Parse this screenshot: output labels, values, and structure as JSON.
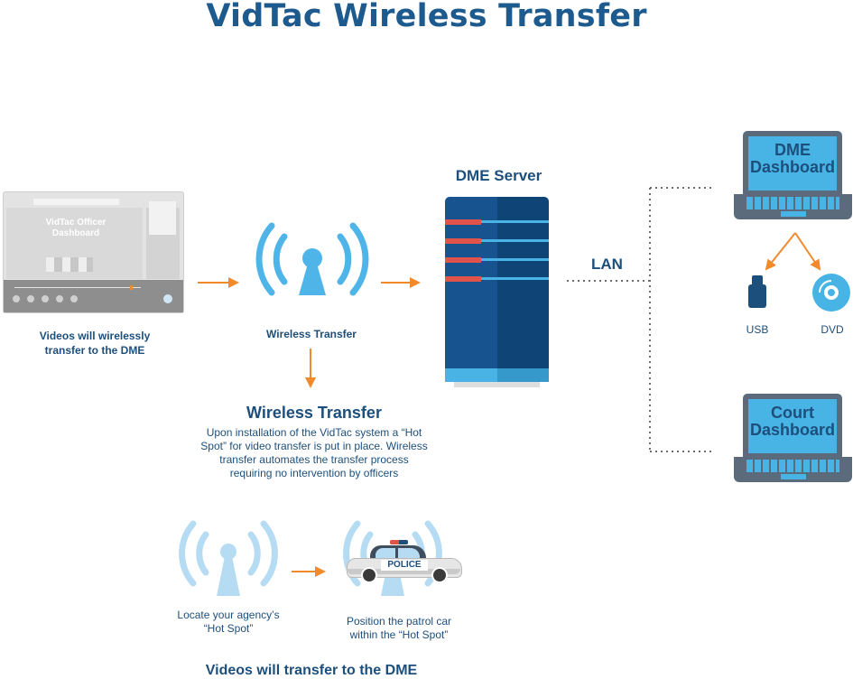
{
  "title": "VidTac Wireless Transfer",
  "dashboard": {
    "screen_title_line1": "VidTac Officer",
    "screen_title_line2": "Dashboard",
    "caption_line1": "Videos will wirelessly",
    "caption_line2": "transfer to the DME"
  },
  "wireless": {
    "icon_label": "Wireless Transfer",
    "heading": "Wireless Transfer",
    "desc_line1": "Upon installation of the VidTac system a “Hot",
    "desc_line2": "Spot” for video transfer is put in place. Wireless",
    "desc_line3": "transfer automates the transfer process",
    "desc_line4": "requiring no intervention by officers"
  },
  "server": {
    "label": "DME Server"
  },
  "lan": {
    "label": "LAN"
  },
  "dme_laptop": {
    "line1": "DME",
    "line2": "Dashboard"
  },
  "court_laptop": {
    "line1": "Court",
    "line2": "Dashboard"
  },
  "usb": {
    "label": "USB"
  },
  "dvd": {
    "label": "DVD"
  },
  "steps": {
    "hotspot_line1": "Locate your agency’s",
    "hotspot_line2": "“Hot Spot”",
    "car_text": "POLICE",
    "car_line1": "Position the patrol car",
    "car_line2": "within the “Hot Spot”",
    "bottom": "Videos will transfer to the DME"
  },
  "colors": {
    "navy": "#1d4f7c",
    "title_blue": "#1d5a8e",
    "wireless_blue": "#4fb5e8",
    "light_wireless": "#b6dcf4",
    "server_dark": "#0f4477",
    "server_light": "#17548f",
    "server_red": "#e0534a",
    "server_cyan": "#49b3e6",
    "arrow_orange": "#f18a2b",
    "laptop_gray": "#5b6b7c",
    "laptop_screen": "#48b4e5"
  }
}
